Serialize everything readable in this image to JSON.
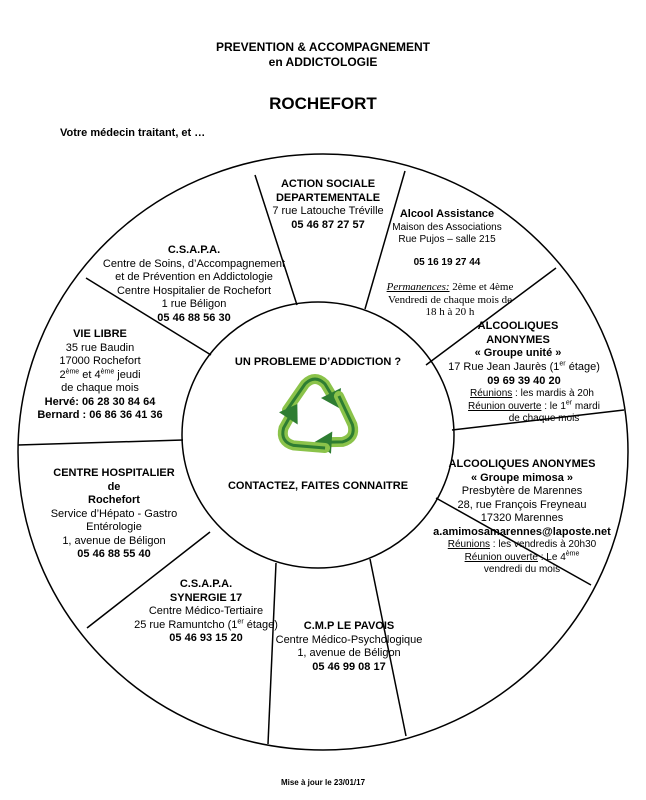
{
  "header": {
    "title_line1": "PREVENTION & ACCOMPAGNEMENT",
    "title_line2": "en ADDICTOLOGIE",
    "city": "ROCHEFORT",
    "intro": "Votre médecin traitant, et …"
  },
  "center": {
    "question": "UN PROBLEME D’ADDICTION ?",
    "call": "CONTACTEZ, FAITES CONNAITRE",
    "icon": "recycle-icon"
  },
  "sectors": {
    "action_sociale": {
      "name1": "ACTION SOCIALE",
      "name2": "DEPARTEMENTALE",
      "address": "7 rue Latouche Tréville",
      "phone": "05 46 87 27 57"
    },
    "alcool_assistance": {
      "name": "Alcool Assistance",
      "place": "Maison des Associations",
      "address": "Rue Pujos – salle 215",
      "phone": "05 16 19 27 44",
      "perm_label": "Permanences:",
      "perm_1": "2ème et 4ème",
      "perm_2": "Vendredi de chaque mois de",
      "perm_3": "18 h à 20 h"
    },
    "aa_unite": {
      "name1": "ALCOOLIQUES",
      "name2": "ANONYMES",
      "group": "« Groupe unité »",
      "address": "17 Rue Jean Jaurès (1",
      "address_sup": "er",
      "address_end": " étage)",
      "phone": "09 69 39 40 20",
      "reunions_label": "Réunions",
      "reunions_text": " : les mardis à 20h",
      "ouverte_label": "Réunion ouverte",
      "ouverte_text": " : le 1",
      "ouverte_sup": "er",
      "ouverte_end": " mardi",
      "ouverte_line2": "de chaque mois"
    },
    "aa_mimosa": {
      "name": "ALCOOLIQUES ANONYMES",
      "group": "« Groupe mimosa »",
      "place": "Presbytère de Marennes",
      "address": "28, rue François Freyneau",
      "city": "17320 Marennes",
      "email": "a.amimosamarennes@laposte.net",
      "reunions_label": "Réunions",
      "reunions_text": " : les vendredis à 20h30",
      "ouverte_label": "Réunion ouverte",
      "ouverte_text": " : Le 4",
      "ouverte_sup": "ème",
      "ouverte_line2": "vendredi du mois"
    },
    "cmp": {
      "name": "C.M.P LE PAVOIS",
      "full": "Centre Médico-Psychologique",
      "address": "1, avenue de Béligon",
      "phone": "05 46 99 08 17"
    },
    "csapa_synergie": {
      "name1": "C.S.A.P.A.",
      "name2": "SYNERGIE 17",
      "place": "Centre Médico-Tertiaire",
      "address": "25 rue Ramuntcho (1",
      "address_sup": "er",
      "address_end": " étage)",
      "phone": "05 46 93 15 20"
    },
    "centre_hospitalier": {
      "name1": "CENTRE HOSPITALIER",
      "name2": "de",
      "name3": "Rochefort",
      "service1": "Service d’Hépato - Gastro",
      "service2": "Entérologie",
      "address": "1, avenue de Béligon",
      "phone": "05 46 88 55 40"
    },
    "vie_libre": {
      "name": "VIE LIBRE",
      "address": "35 rue Baudin",
      "city": "17000 Rochefort",
      "days_a": "2",
      "days_sup1": "ème",
      "days_b": " et 4",
      "days_sup2": "ème",
      "days_c": " jeudi",
      "days_line2": "de chaque mois",
      "herve": "Hervé: 06 28 30 84 64",
      "bernard": "Bernard : 06 86 36 41 36"
    },
    "csapa_ch": {
      "name": "C.S.A.P.A.",
      "line1": "Centre de Soins, d’Accompagnement",
      "line2": "et de Prévention en Addictologie",
      "line3": "Centre Hospitalier de Rochefort",
      "address": "1 rue Béligon",
      "phone": "05 46 88 56 30"
    }
  },
  "footer": {
    "update": "Mise à jour le 23/01/17"
  },
  "colors": {
    "recycle_dark": "#2e7d32",
    "recycle_light": "#8bc34a"
  }
}
